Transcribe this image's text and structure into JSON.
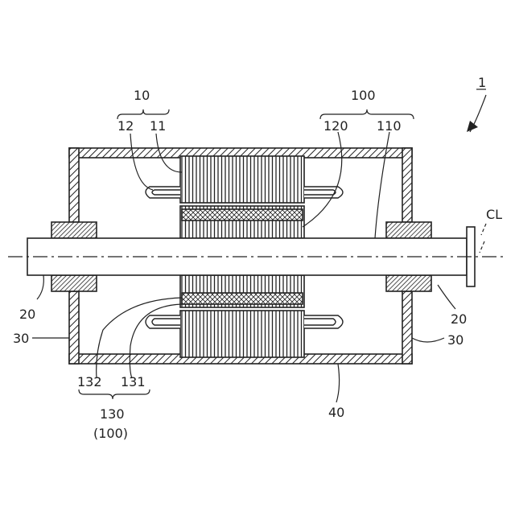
{
  "labels": {
    "device": "1",
    "rotor_group": "10",
    "coil": "12",
    "core": "11",
    "stator_group": "100",
    "magnet": "120",
    "shaft": "110",
    "centerline": "CL",
    "bearing_left": "20",
    "bearing_right": "20",
    "bracket_left": "30",
    "bracket_right": "30",
    "frame": "40",
    "layer_132": "132",
    "layer_131": "131",
    "group_130": "130",
    "group_130_paren": "(100)"
  }
}
